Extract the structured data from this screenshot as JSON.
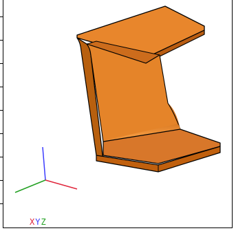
{
  "viewer": {
    "model_name": "c-channel",
    "model_color": "#e0822a",
    "background": "#ffffff"
  },
  "triad": {
    "labels": [
      {
        "text": "X",
        "color": "#e0263c"
      },
      {
        "text": "Y",
        "color": "#3c3cff"
      },
      {
        "text": "Z",
        "color": "#22a022"
      }
    ]
  }
}
